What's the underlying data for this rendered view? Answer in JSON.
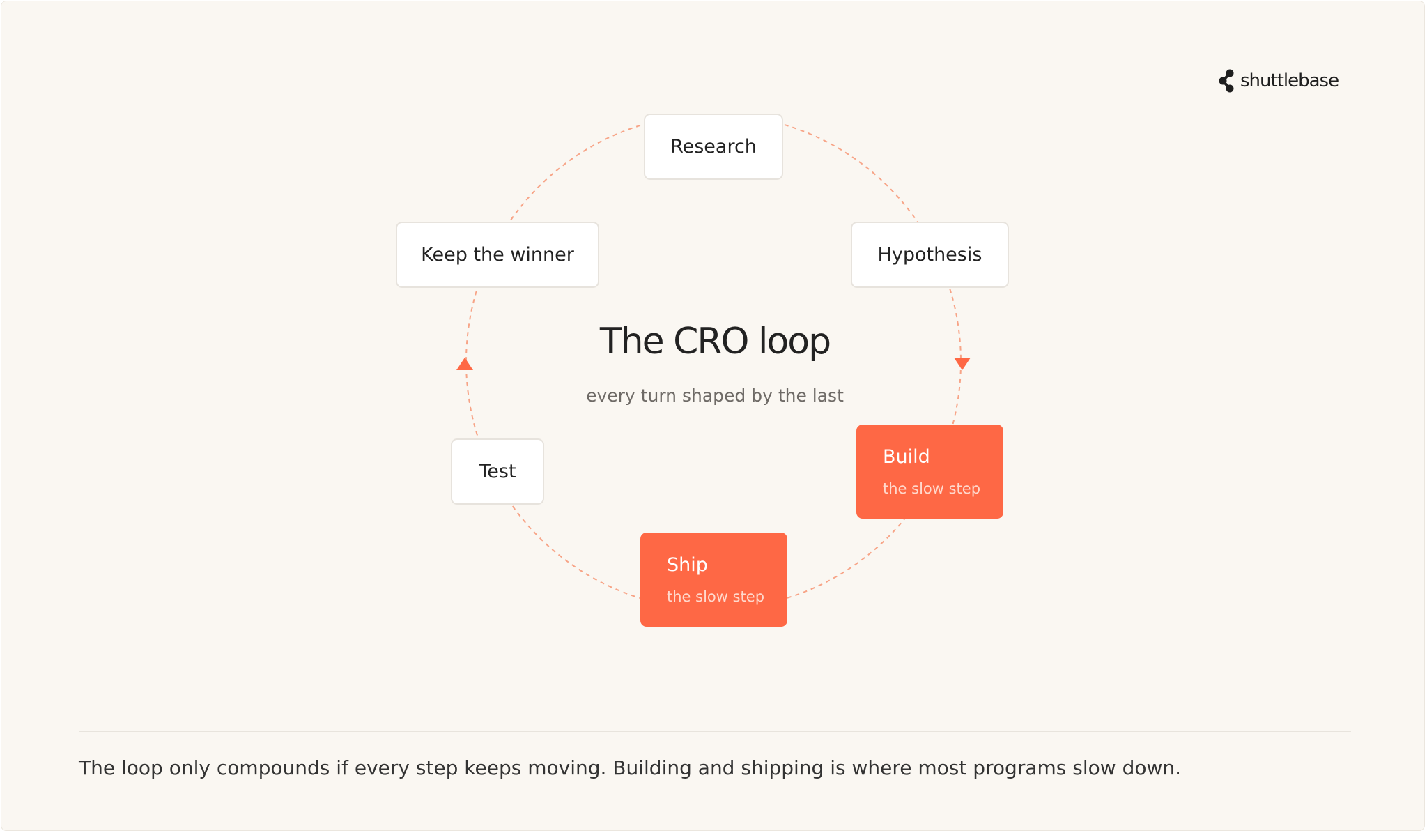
{
  "brand": {
    "name": "shuttlebase",
    "icon": "molecule-logo-icon"
  },
  "diagram": {
    "title": "The CRO loop",
    "subtitle": "every turn shaped by the last",
    "steps": [
      {
        "label": "Research",
        "sub": "",
        "highlight": false
      },
      {
        "label": "Hypothesis",
        "sub": "",
        "highlight": false
      },
      {
        "label": "Build",
        "sub": "the slow step",
        "highlight": true
      },
      {
        "label": "Ship",
        "sub": "the slow step",
        "highlight": true
      },
      {
        "label": "Test",
        "sub": "",
        "highlight": false
      },
      {
        "label": "Keep the winner",
        "sub": "",
        "highlight": false
      }
    ],
    "colors": {
      "accent": "#fe6845",
      "loop_line": "#f7a487",
      "background": "#faf7f2"
    }
  },
  "footer": {
    "text": "The loop only compounds if every step keeps moving. Building and shipping is where most programs slow down."
  }
}
